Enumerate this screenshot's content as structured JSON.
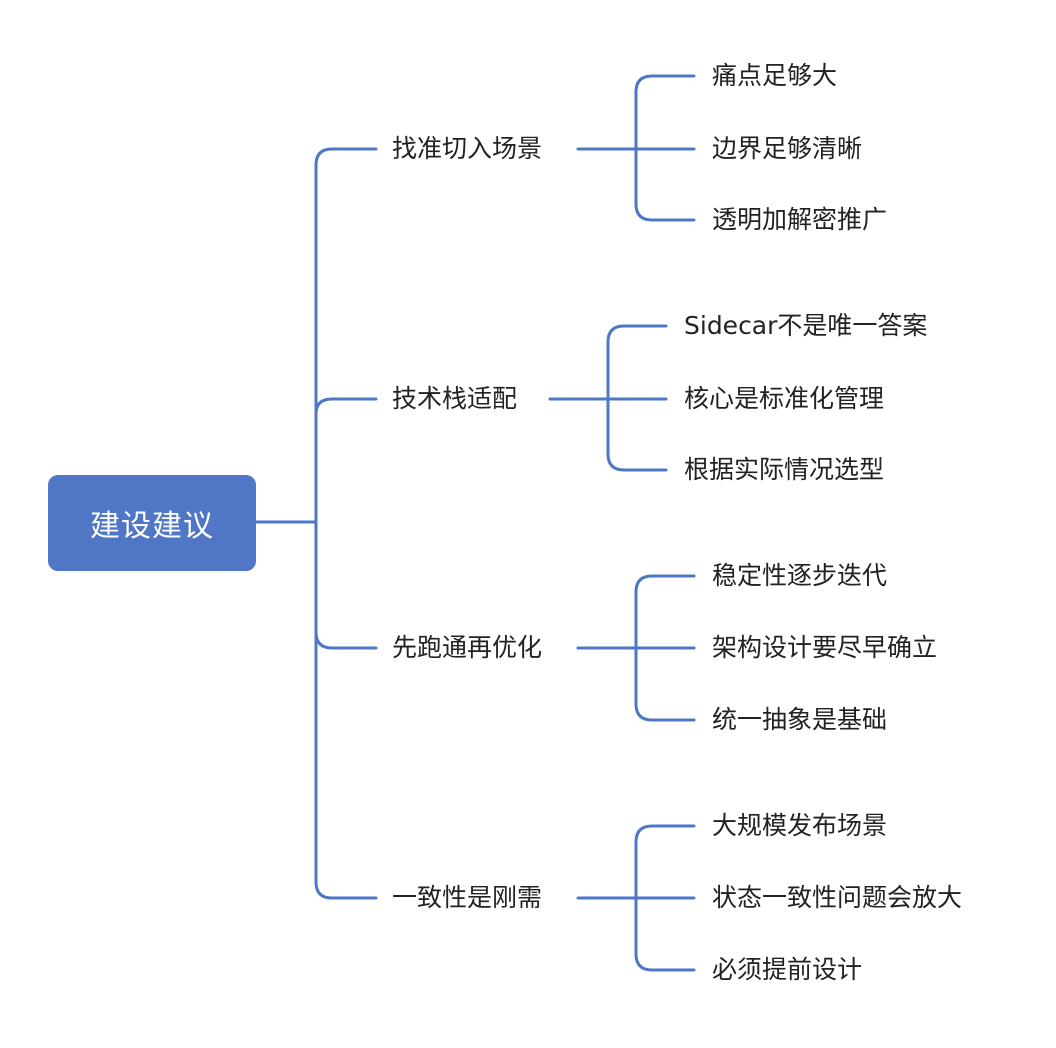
{
  "root": {
    "label": "建设建议"
  },
  "branches": [
    {
      "label": "找准切入场景",
      "leaves": [
        "痛点足够大",
        "边界足够清晰",
        "透明加解密推广"
      ]
    },
    {
      "label": "技术栈适配",
      "leaves": [
        "Sidecar不是唯一答案",
        "核心是标准化管理",
        "根据实际情况选型"
      ]
    },
    {
      "label": "先跑通再优化",
      "leaves": [
        "稳定性逐步迭代",
        "架构设计要尽早确立",
        "统一抽象是基础"
      ]
    },
    {
      "label": "一致性是刚需",
      "leaves": [
        "大规模发布场景",
        "状态一致性问题会放大",
        "必须提前设计"
      ]
    }
  ],
  "colors": {
    "accent": "#4f77c6",
    "line": "#4e77c5",
    "text": "#222222"
  }
}
